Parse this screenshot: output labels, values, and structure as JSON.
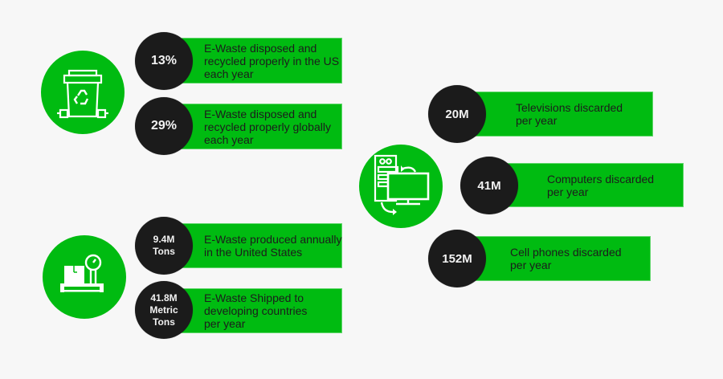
{
  "colors": {
    "background": "#f7f7f7",
    "accent_green": "#00bb11",
    "stat_circle": "#1b1b1b",
    "stat_text": "#f2f2f2",
    "bar_text": "#1c1c1c"
  },
  "groups": [
    {
      "icon": "recycle-bin-icon",
      "items": [
        {
          "stat": [
            "13%"
          ],
          "text": [
            "E-Waste disposed and",
            "recycled properly in the US",
            "each year"
          ]
        },
        {
          "stat": [
            "29%"
          ],
          "text": [
            "E-Waste disposed and",
            "recycled properly globally",
            "each year"
          ]
        }
      ]
    },
    {
      "icon": "weighing-scale-icon",
      "items": [
        {
          "stat": [
            "9.4M",
            "Tons"
          ],
          "text": [
            "E-Waste produced annually",
            "in the United States"
          ]
        },
        {
          "stat": [
            "41.8M",
            "Metric",
            "Tons"
          ],
          "text": [
            "E-Waste Shipped to",
            "developing countries",
            "per year"
          ]
        }
      ]
    },
    {
      "icon": "computer-recycle-icon",
      "items": [
        {
          "stat": [
            "20M"
          ],
          "text": [
            "Televisions discarded",
            "per year"
          ]
        },
        {
          "stat": [
            "41M"
          ],
          "text": [
            "Computers discarded",
            "per year"
          ]
        },
        {
          "stat": [
            "152M"
          ],
          "text": [
            "Cell phones discarded",
            "per year"
          ]
        }
      ]
    }
  ]
}
